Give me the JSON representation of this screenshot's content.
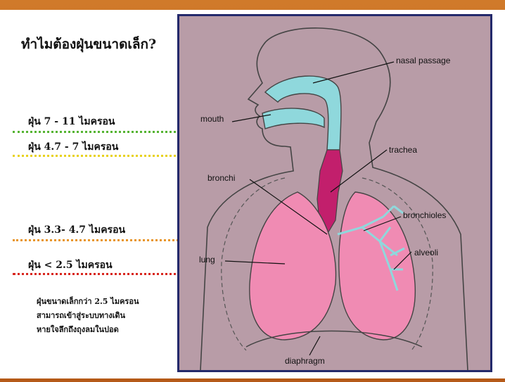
{
  "title": "ทำไมต้องฝุ่นขนาดเล็ก?",
  "size_labels": [
    {
      "text": "ฝุ่น  7 - 11 ไมครอน",
      "color": "#55b432"
    },
    {
      "text": "ฝุ่น  4.7 - 7 ไมครอน",
      "color": "#e8d21e"
    },
    {
      "text": "ฝุ่น 3.3- 4.7 ไมครอน",
      "color": "#e8962a"
    },
    {
      "text": "ฝุ่น < 2.5 ไมครอน",
      "color": "#d8261e"
    }
  ],
  "note_lines": [
    "ฝุ่นขนาดเล็กกว่า 2.5 ไมครอน",
    "สามารถเข้าสู่ระบบทางเดิน",
    "หายใจลึกถึงถุงลมในปอด"
  ],
  "diagram_labels": {
    "nasal_passage": "nasal passage",
    "mouth": "mouth",
    "trachea": "trachea",
    "bronchi": "bronchi",
    "bronchioles": "bronchioles",
    "alveoli": "alveoli",
    "lung": "lung",
    "diaphragm": "diaphragm"
  },
  "colors": {
    "airway": "#8fd8dc",
    "trachea": "#c21f6c",
    "lung": "#f08bb3",
    "frame_background": "#b89ca7",
    "frame_border": "#23296b",
    "page_border": "#c4681e"
  }
}
